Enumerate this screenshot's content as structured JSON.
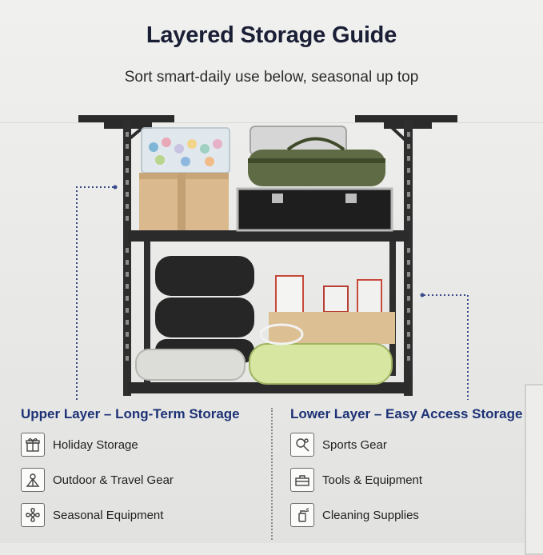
{
  "header": {
    "title": "Layered Storage Guide",
    "subtitle": "Sort smart-daily use below, seasonal up top"
  },
  "colors": {
    "heading": "#1a1f36",
    "accent_blue": "#1d3276",
    "rack_black": "#2b2b2b",
    "box_tan": "#d9b98d"
  },
  "sections": {
    "upper": {
      "title": "Upper Layer – Long-Term Storage",
      "items": [
        {
          "label": "Holiday Storage",
          "icon": "gift-icon"
        },
        {
          "label": "Outdoor & Travel Gear",
          "icon": "camping-icon"
        },
        {
          "label": "Seasonal Equipment",
          "icon": "fan-icon"
        }
      ]
    },
    "lower": {
      "title": "Lower Layer – Easy Access Storage",
      "items": [
        {
          "label": "Sports Gear",
          "icon": "sports-gear-icon"
        },
        {
          "label": "Tools & Equipment",
          "icon": "toolbox-icon"
        },
        {
          "label": "Cleaning Supplies",
          "icon": "spray-bottle-icon"
        }
      ]
    }
  }
}
